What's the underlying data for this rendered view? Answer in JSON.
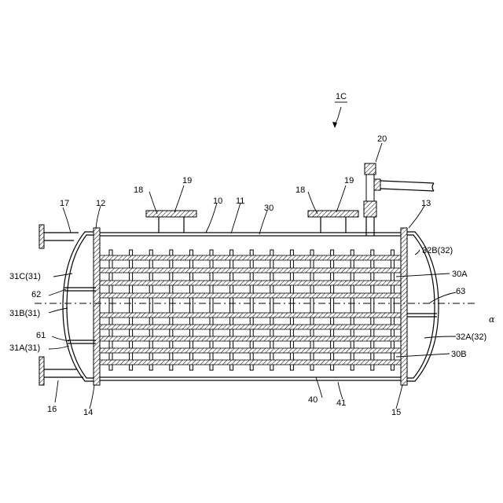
{
  "figure_label": "1C",
  "axis_symbol": "α",
  "labels": {
    "n10": "10",
    "n11": "11",
    "n12": "12",
    "n13": "13",
    "n14": "14",
    "n15": "15",
    "n16": "16",
    "n17": "17",
    "n18a": "18",
    "n18b": "18",
    "n19a": "19",
    "n19b": "19",
    "n20": "20",
    "n30": "30",
    "n30A": "30A",
    "n30B": "30B",
    "n31A": "31A(31)",
    "n31B": "31B(31)",
    "n31C": "31C(31)",
    "n32A": "32A(32)",
    "n32B": "32B(32)",
    "n40": "40",
    "n41": "41",
    "n61": "61",
    "n62": "62",
    "n63": "63"
  }
}
